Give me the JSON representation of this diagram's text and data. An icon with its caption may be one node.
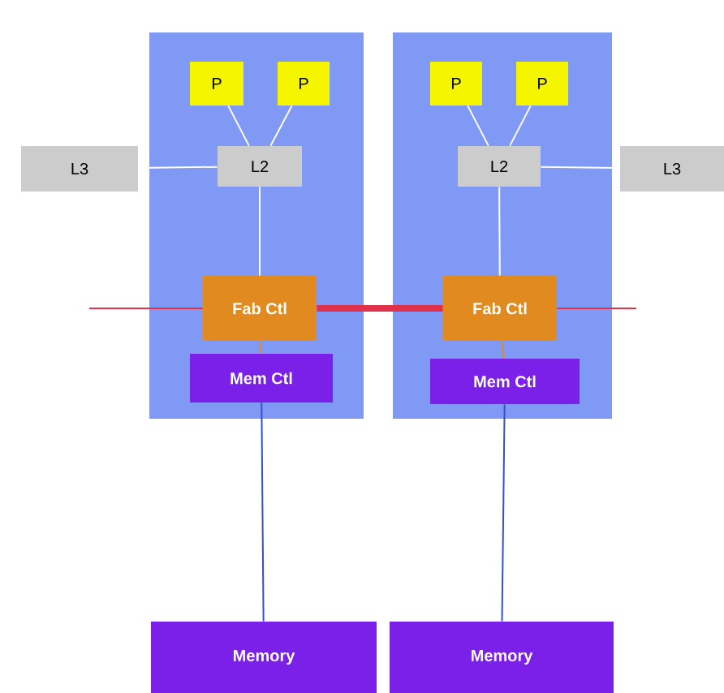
{
  "diagram": {
    "nodes": [
      {
        "text": [],
        "shape": "box"
      },
      {
        "text": [
          "P"
        ],
        "in": 0
      },
      {
        "text": [
          "P"
        ],
        "in": 0
      },
      {
        "text": [
          "L2"
        ],
        "in": 0
      },
      {
        "text": [
          "Fab Ctl"
        ],
        "in": 0
      },
      {
        "text": [
          "Mem Ctl"
        ],
        "in": 0
      },
      {
        "text": [],
        "shape": "box"
      },
      {
        "text": [
          "P"
        ],
        "in": 6
      },
      {
        "text": [
          "P"
        ],
        "in": 6
      },
      {
        "text": [
          "L2"
        ],
        "in": 6
      },
      {
        "text": [
          "Fab Ctl"
        ],
        "in": 6
      },
      {
        "text": [
          "Mem Ctl"
        ],
        "in": 6
      },
      {
        "text": [
          "L3"
        ]
      },
      {
        "text": [
          "L3"
        ]
      },
      {
        "text": [
          "Memory"
        ]
      },
      {
        "text": [
          "Memory"
        ]
      }
    ],
    "edges": [
      {
        "from": 1,
        "to": 3,
        "arrow": "none"
      },
      {
        "from": 2,
        "to": 3,
        "arrow": "none"
      },
      {
        "from": 7,
        "to": 9,
        "arrow": "none"
      },
      {
        "from": 8,
        "to": 9,
        "arrow": "none"
      },
      {
        "from": 12,
        "to": 3,
        "arrow": "none"
      },
      {
        "from": 9,
        "to": 13,
        "arrow": "none"
      },
      {
        "from": 3,
        "to": 4,
        "arrow": "none"
      },
      {
        "from": 9,
        "to": 10,
        "arrow": "none"
      },
      {
        "from": null,
        "to": 4,
        "arrow": "none",
        "color": "#e0304a"
      },
      {
        "from": 4,
        "to": 10,
        "arrow": "none",
        "style": "thick",
        "color": "#e0304a"
      },
      {
        "from": 10,
        "to": null,
        "arrow": "none",
        "color": "#e0304a"
      },
      {
        "from": 4,
        "to": 5,
        "arrow": "none",
        "color": "#e08a20"
      },
      {
        "from": 10,
        "to": 11,
        "arrow": "none",
        "color": "#e08a20"
      },
      {
        "from": 5,
        "to": 14,
        "arrow": "none",
        "color": "#3050d0"
      },
      {
        "from": 11,
        "to": 15,
        "arrow": "none",
        "color": "#3050d0"
      }
    ]
  }
}
